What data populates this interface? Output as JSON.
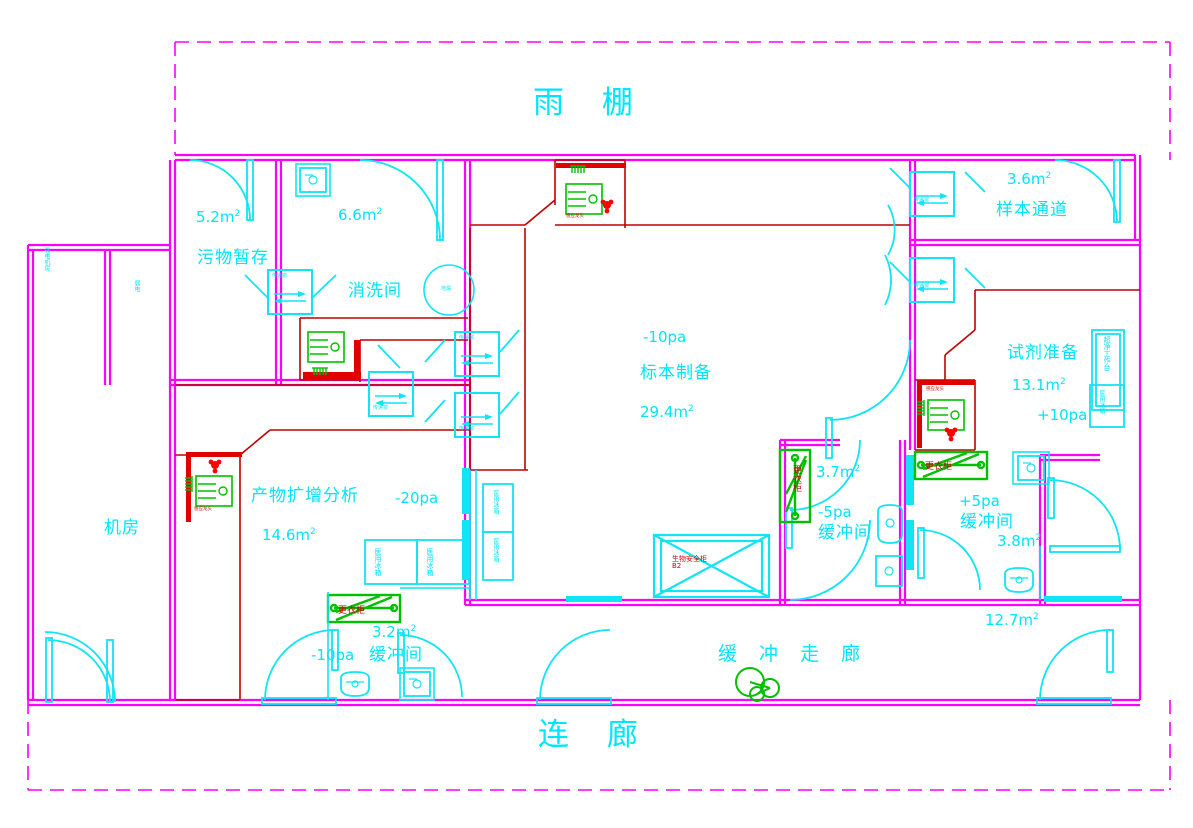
{
  "drawing": {
    "type": "architectural-floor-plan",
    "discipline": "PCR laboratory cleanroom layout",
    "title_top": "雨 棚",
    "title_bottom": "连 廊"
  },
  "outer_zones": {
    "canopy": "雨 棚",
    "corridor_bottom": "连 廊"
  },
  "rooms": [
    {
      "id": "jifang",
      "name": "机房",
      "area": "",
      "pressure": ""
    },
    {
      "id": "qiangdian",
      "name": "强电机房",
      "area": "",
      "pressure": ""
    },
    {
      "id": "ruodian",
      "name": "弱电",
      "area": "",
      "pressure": ""
    },
    {
      "id": "wuwu",
      "name": "污物暂存",
      "area": "5.2m",
      "pressure": ""
    },
    {
      "id": "xiaoxi",
      "name": "消洗间",
      "area": "6.6m",
      "pressure": ""
    },
    {
      "id": "kuozeng",
      "name": "产物扩增分析",
      "area": "14.6m",
      "pressure": "-20pa"
    },
    {
      "id": "buffer-kuo",
      "name": "缓冲间",
      "area": "3.2m",
      "pressure": "-10pa"
    },
    {
      "id": "biaoben",
      "name": "标本制备",
      "area": "29.4m",
      "pressure": "-10pa"
    },
    {
      "id": "buffer-bb",
      "name": "缓冲间",
      "area": "3.7m",
      "pressure": "-5pa"
    },
    {
      "id": "shiji",
      "name": "试剂准备",
      "area": "13.1m",
      "pressure": "+10pa"
    },
    {
      "id": "buffer-sj",
      "name": "缓冲间",
      "area": "3.8m",
      "pressure": "+5pa"
    },
    {
      "id": "yangben",
      "name": "样本通道",
      "area": "3.6m",
      "pressure": ""
    },
    {
      "id": "huanchong",
      "name": "缓 冲 走 廊",
      "area": "",
      "pressure": ""
    },
    {
      "id": "room-127",
      "name": "",
      "area": "12.7m",
      "pressure": ""
    }
  ],
  "labels": {
    "canopy": "雨 棚",
    "link_corridor": "连 廊",
    "machine_room": "机房",
    "strong_electric": "强电机房",
    "weak_electric": "弱电",
    "waste_storage": "污物暂存",
    "waste_area": "5.2m",
    "wash_room": "消洗间",
    "wash_area": "6.6m",
    "amplify": "产物扩增分析",
    "amplify_pa": "-20pa",
    "amplify_area": "14.6m",
    "buffer_kuo_pa": "-10pa",
    "buffer_kuo_name": "缓冲间",
    "buffer_kuo_area": "3.2m",
    "specimen_pa": "-10pa",
    "specimen_name": "标本制备",
    "specimen_area": "29.4m",
    "buffer_bb_area": "3.7m",
    "buffer_bb_pa": "-5pa",
    "buffer_bb_name": "缓冲间",
    "reagent": "试剂准备",
    "reagent_area": "13.1m",
    "reagent_pa": "+10pa",
    "buffer_sj_pa": "+5pa",
    "buffer_sj_name": "缓冲间",
    "buffer_sj_area": "3.8m",
    "sample_area": "3.6m",
    "sample_channel": "样本通道",
    "buffer_corridor": "缓 冲 走 廊",
    "area_127": "12.7m",
    "sup": "2"
  },
  "equipment": {
    "changing_cabinet": "更衣柜",
    "biosafety_cabinet_line1": "生物安全柜",
    "biosafety_cabinet_line2": "B2",
    "medical_fridge": "医用冰箱",
    "clean_bench": "超净工作台",
    "pass_window": "传递窗",
    "sensor_faucet": "感应龙头",
    "floor_drain": "地漏"
  },
  "colors": {
    "cyan": "#11e4f5",
    "magenta": "#ff00ff",
    "red": "#e00000",
    "green": "#00c000",
    "dark_red": "#b00000",
    "background": "#ffffff"
  }
}
